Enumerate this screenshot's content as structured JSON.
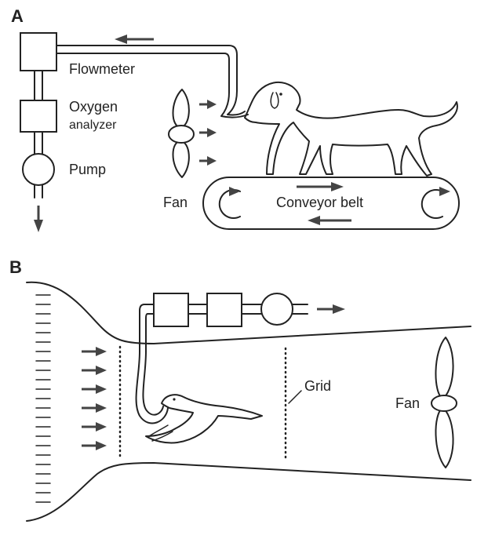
{
  "panel_a": {
    "letter": "A",
    "labels": {
      "flowmeter": "Flowmeter",
      "oxygen": "Oxygen",
      "analyzer": "analyzer",
      "pump": "Pump",
      "fan": "Fan",
      "conveyor_belt": "Conveyor belt"
    }
  },
  "panel_b": {
    "letter": "B",
    "labels": {
      "grid": "Grid",
      "fan": "Fan"
    }
  }
}
